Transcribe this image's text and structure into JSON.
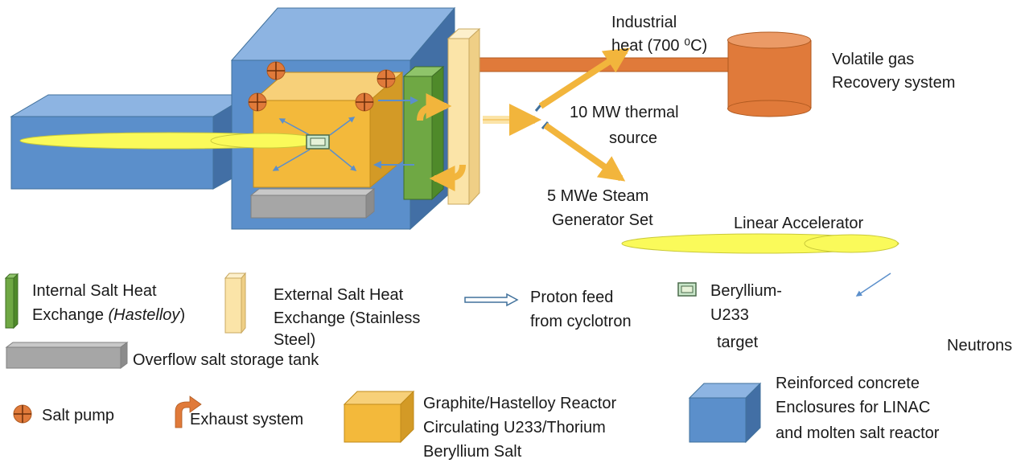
{
  "labels": {
    "industrial_heat_1": "Industrial",
    "industrial_heat_2": "heat (700 ⁰C)",
    "volatile_gas_1": "Volatile gas",
    "volatile_gas_2": "Recovery system",
    "thermal_source_1": "10 MW thermal",
    "thermal_source_2": "source",
    "steam_gen_1": "5 MWe Steam",
    "steam_gen_2": "Generator Set",
    "linear_accelerator": "Linear Accelerator"
  },
  "legend": {
    "internal_hx_1": "Internal Salt Heat",
    "internal_hx_2a": "Exchange ",
    "internal_hx_2b": "(Hastelloy",
    "internal_hx_2c": ")",
    "external_hx_1": "External Salt Heat",
    "external_hx_2": "Exchange (Stainless",
    "external_hx_3": "Steel)",
    "proton_feed_1": "Proton feed",
    "proton_feed_2": "from cyclotron",
    "beryllium_1": "Beryllium-",
    "beryllium_2": "U233",
    "beryllium_3": "target",
    "neutrons": "Neutrons",
    "overflow": "Overflow salt storage tank",
    "salt_pump": "Salt pump",
    "exhaust": "Exhaust system",
    "reactor_1": "Graphite/Hastelloy Reactor",
    "reactor_2": "Circulating U233/Thorium",
    "reactor_3": "Beryllium Salt",
    "concrete_1": "Reinforced concrete",
    "concrete_2": "Enclosures for LINAC",
    "concrete_3": "and molten salt reactor"
  },
  "colors": {
    "concrete_blue": "#5b8fcb",
    "reactor_orange": "#f3b93b",
    "internal_hx_green": "#6fa844",
    "external_hx_cream": "#fbe4a8",
    "tank_gray": "#a6a6a6",
    "recovery_orange": "#e07a3a",
    "beam_yellow": "#fafa5a",
    "arrow_gold": "#f2b53c"
  }
}
